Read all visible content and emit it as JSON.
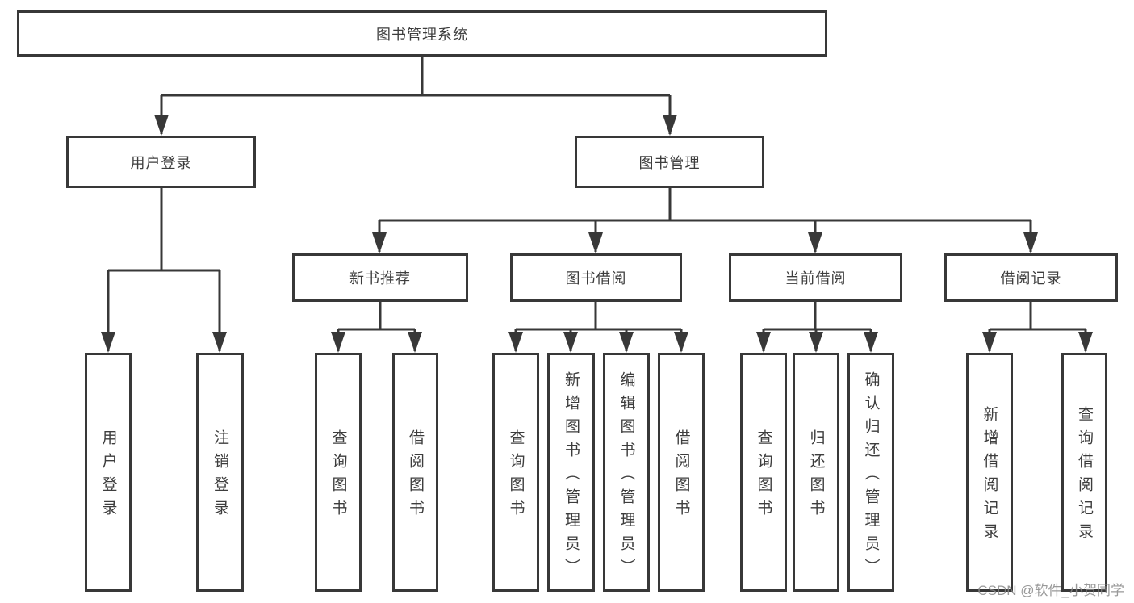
{
  "diagram": {
    "type": "tree",
    "title": "图书管理系统",
    "nodes": {
      "root": "图书管理系统",
      "user_login": "用户登录",
      "book_mgmt": "图书管理",
      "new_books": "新书推荐",
      "book_borrow": "图书借阅",
      "current_borrow": "当前借阅",
      "borrow_records": "借阅记录",
      "leaf_user_login": "用户登录",
      "leaf_logout": "注销登录",
      "leaf_nb_query": "查询图书",
      "leaf_nb_borrow": "借阅图书",
      "leaf_bb_query": "查询图书",
      "leaf_bb_add": "新增图书（管理员）",
      "leaf_bb_edit": "编辑图书（管理员）",
      "leaf_bb_borrow": "借阅图书",
      "leaf_cb_query": "查询图书",
      "leaf_cb_return": "归还图书",
      "leaf_cb_confirm": "确认归还（管理员）",
      "leaf_br_add": "新增借阅记录",
      "leaf_br_query": "查询借阅记录"
    },
    "edges": [
      [
        "图书管理系统",
        "用户登录"
      ],
      [
        "图书管理系统",
        "图书管理"
      ],
      [
        "用户登录",
        "用户登录"
      ],
      [
        "用户登录",
        "注销登录"
      ],
      [
        "图书管理",
        "新书推荐"
      ],
      [
        "图书管理",
        "图书借阅"
      ],
      [
        "图书管理",
        "当前借阅"
      ],
      [
        "图书管理",
        "借阅记录"
      ],
      [
        "新书推荐",
        "查询图书"
      ],
      [
        "新书推荐",
        "借阅图书"
      ],
      [
        "图书借阅",
        "查询图书"
      ],
      [
        "图书借阅",
        "新增图书（管理员）"
      ],
      [
        "图书借阅",
        "编辑图书（管理员）"
      ],
      [
        "图书借阅",
        "借阅图书"
      ],
      [
        "当前借阅",
        "查询图书"
      ],
      [
        "当前借阅",
        "归还图书"
      ],
      [
        "当前借阅",
        "确认归还（管理员）"
      ],
      [
        "借阅记录",
        "新增借阅记录"
      ],
      [
        "借阅记录",
        "查询借阅记录"
      ]
    ]
  },
  "watermark": "CSDN @软件_小贺同学",
  "colors": {
    "line": "#383838",
    "box_border": "#383838",
    "box_background": "#ffffff",
    "text": "#3d3d3d",
    "background": "#ffffff",
    "watermark": "#878787"
  }
}
